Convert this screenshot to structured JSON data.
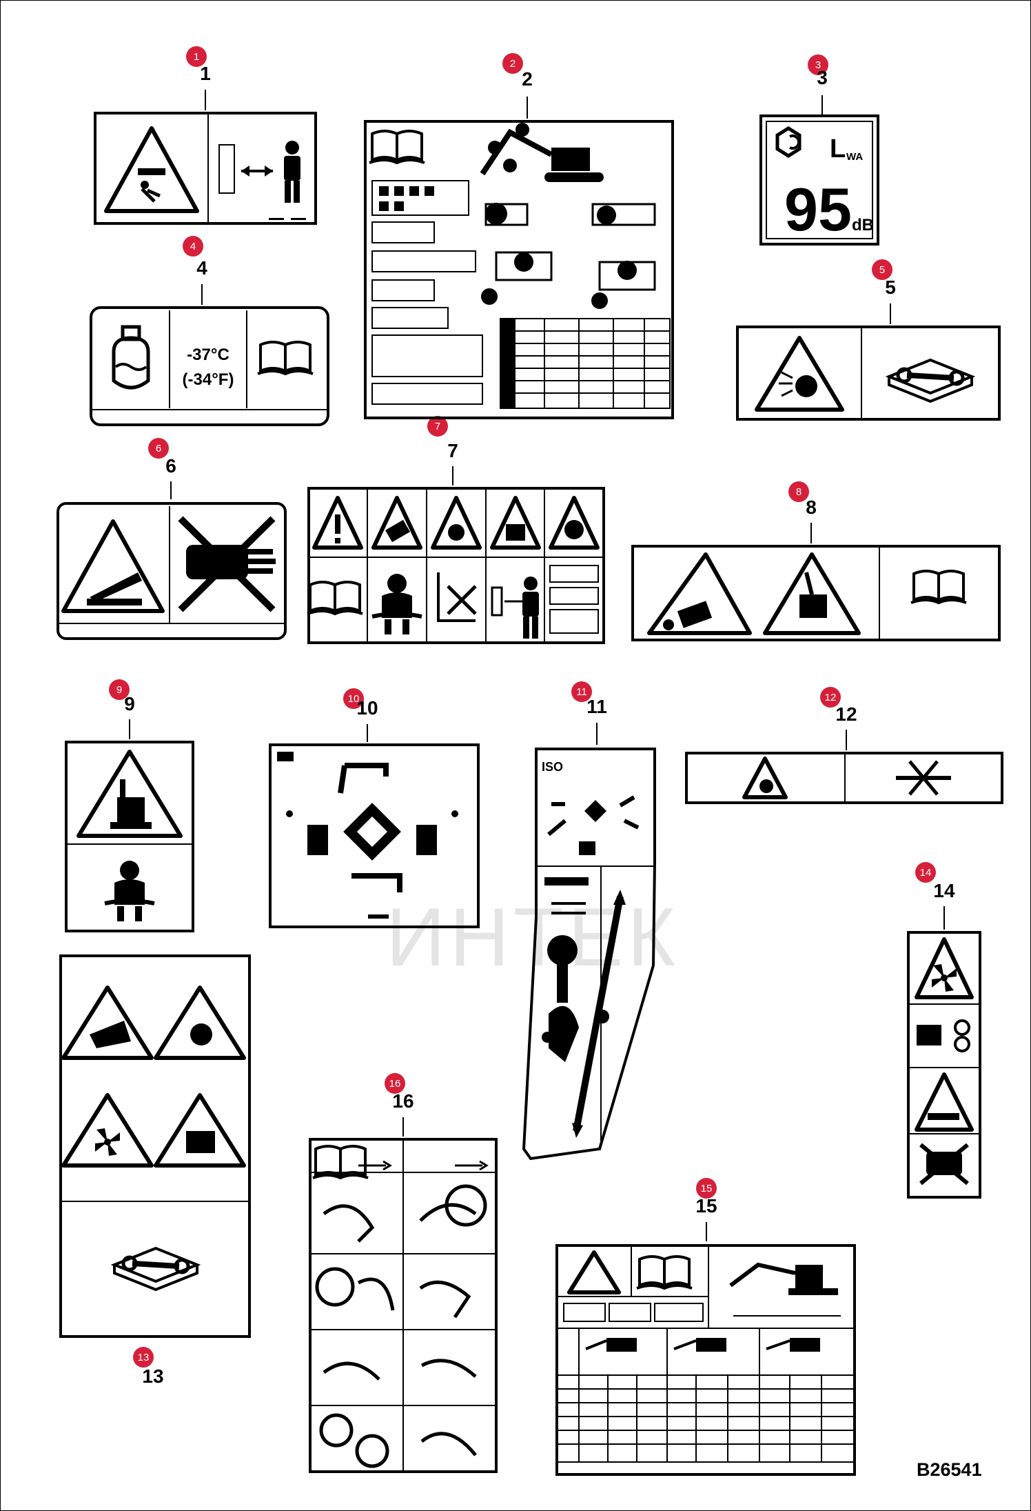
{
  "drawing": {
    "id": "B26541",
    "watermark": "ИНТЕК",
    "accent_color": "#d6203a"
  },
  "decals": [
    {
      "num": "1"
    },
    {
      "num": "2"
    },
    {
      "num": "3"
    },
    {
      "num": "4"
    },
    {
      "num": "5"
    },
    {
      "num": "6"
    },
    {
      "num": "7"
    },
    {
      "num": "8"
    },
    {
      "num": "9"
    },
    {
      "num": "10"
    },
    {
      "num": "11"
    },
    {
      "num": "12"
    },
    {
      "num": "13"
    },
    {
      "num": "14"
    },
    {
      "num": "15"
    },
    {
      "num": "16"
    }
  ],
  "decal_text": {
    "coolant_temp_c": "-37°C",
    "coolant_temp_f": "(-34°F)",
    "noise_symbol": "L",
    "noise_symbol_sub": "WA",
    "noise_value": "95",
    "noise_unit": "dB",
    "iso_label": "ISO"
  },
  "icons": [
    "crush-warning-icon",
    "manual-book-icon",
    "coolant-reservoir-icon",
    "wrench-manual-icon",
    "hand-crush-icon",
    "seated-operator-icon",
    "fan-warning-icon",
    "explosion-warning-icon",
    "fluid-injection-icon",
    "excavator-tipover-icon",
    "arrow-distance-icon"
  ]
}
